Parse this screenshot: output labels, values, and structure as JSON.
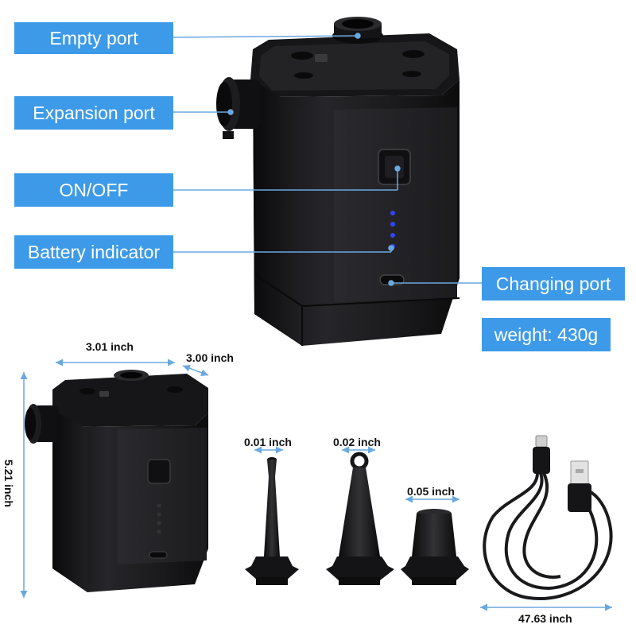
{
  "callouts": {
    "empty_port": "Empty port",
    "expansion_port": "Expansion port",
    "on_off": "ON/OFF",
    "battery_indicator": "Battery indicator",
    "charging_port": "Changing port",
    "weight": "weight: 430g"
  },
  "dimensions": {
    "width": "3.01 inch",
    "depth": "3.00 inch",
    "height": "5.21 inch",
    "nozzle_small": "0.01 inch",
    "nozzle_medium": "0.02 inch",
    "nozzle_large": "0.05 inch",
    "cable_length": "47.63 inch"
  },
  "colors": {
    "callout": "#3d9ae8",
    "pump_body": "#1c1c1e",
    "indicator_led": "#3344ff",
    "dimension_line": "#6aa8e0"
  }
}
